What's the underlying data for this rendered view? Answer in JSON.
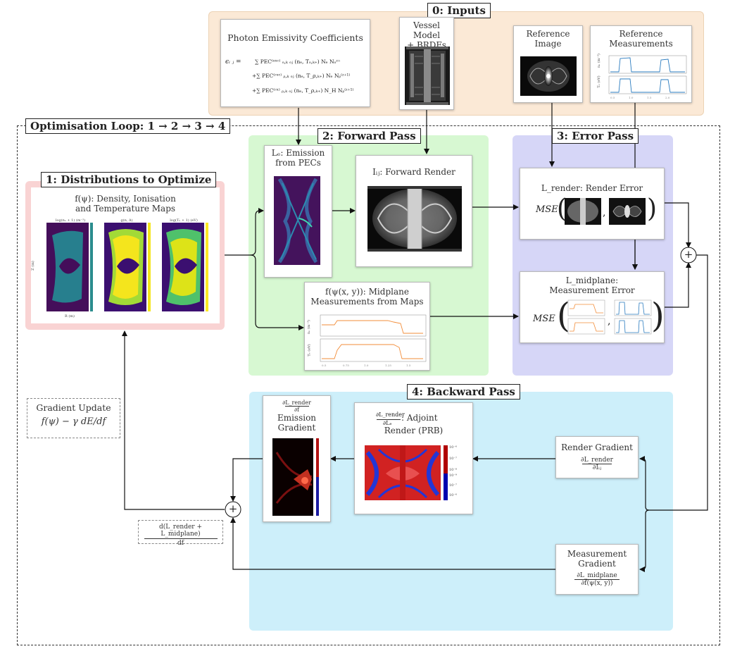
{
  "inputs": {
    "title": "0: Inputs",
    "pec": {
      "title": "Photon Emissivity Coefficients",
      "eq_lhs": "ϵᵢ ⱼ =",
      "eq_line1": "∑ PEC⁽ᵉˣᶜ⁾ ₒ,ₖ ₒⱼ (nₑ, Tₒ,ₖ₊) Nₑ Nₒᶻ⁺",
      "eq_line2": "+∑ PEC⁽ʳᵉᶜ⁾ ᵨ,ₖ ₒⱼ (nₑ, T_ρ,ₖ₊) Nₑ Nᵨ⁽ᶻ⁺¹⁾",
      "eq_line3": "+∑ PEC⁽ᶜˣ⁾ ᵨ,ₖ ₒⱼ (nₑ, T_ρ,ₖ₊) N_H Nᵨ⁽ᶻ⁺¹⁾"
    },
    "vessel": {
      "title_line1": "Vessel Model",
      "title_line2": "+ BRDFs"
    },
    "ref_image": {
      "title_line1": "Reference",
      "title_line2": "Image"
    },
    "ref_meas": {
      "title_line1": "Reference",
      "title_line2": "Measurements",
      "ylabel_top": "nₑ (m⁻³)",
      "ylabel_bot": "Tₑ (eV)"
    }
  },
  "loop": {
    "title": "Optimisation Loop: 1 → 2 → 3 → 4"
  },
  "dist": {
    "title": "1: Distributions to Optimize",
    "caption_line1": "f(ψ): Density, Ionisation",
    "caption_line2": "and Temperature Maps",
    "map_titles": [
      "log(nₑ + 1) (m⁻³)",
      "g(n, Δ)",
      "log(Tₑ + 1) (eV)"
    ],
    "ylabel": "Z (m)",
    "xlabel": "R (m)"
  },
  "forward": {
    "title": "2: Forward Pass",
    "emission": {
      "line1": "Lₑ: Emission",
      "line2": "from PECs"
    },
    "render": {
      "title": "Iᵢⱼ: Forward Render"
    },
    "midplane": {
      "line1": "f(ψ(x, y)): Midplane",
      "line2": "Measurements from Maps",
      "ylabel_top": "nₑ (m⁻³)",
      "ylabel_bot": "Tₑ (eV)"
    }
  },
  "error": {
    "title": "3: Error Pass",
    "render_err": {
      "title": "L_render: Render Error",
      "mse": "MSE"
    },
    "meas_err": {
      "line1": "L_midplane:",
      "line2": "Measurement Error",
      "mse": "MSE"
    }
  },
  "backward": {
    "title": "4: Backward Pass",
    "emission_grad": {
      "frac_num": "∂L_render",
      "frac_den": "∂f",
      "line1": "Emission",
      "line2": "Gradient"
    },
    "adjoint": {
      "frac_num": "∂L_render",
      "frac_den": "∂Lₑ",
      "line1": ": Adjoint",
      "line2": "Render (PRB)"
    },
    "render_grad": {
      "title": "Render Gradient",
      "frac_num": "∂L_render",
      "frac_den": "∂Iᵢⱼ"
    },
    "meas_grad": {
      "line1": "Measurement",
      "line2": "Gradient",
      "frac_num": "∂L_midplane",
      "frac_den": "∂f(ψ(x, y))"
    },
    "colorbar_ticks": [
      "10⁻⁶",
      "10⁻⁷",
      "10⁻⁸",
      "10⁻⁹",
      "10⁻⁷",
      "10⁻⁶"
    ]
  },
  "gradient_update": {
    "title": "Gradient Update",
    "formula": "f(ψ) − γ dE/df"
  },
  "total_grad": {
    "frac_num": "d(L_render + L_midplane)",
    "frac_den": "df"
  },
  "sum_symbol": "+",
  "colors": {
    "inputs_bg": "#fbe9d6",
    "dist_bg": "#f9d3d3",
    "forward_bg": "#d7f8d2",
    "error_bg": "#d6d6f7",
    "backward_bg": "#cdeffa"
  }
}
